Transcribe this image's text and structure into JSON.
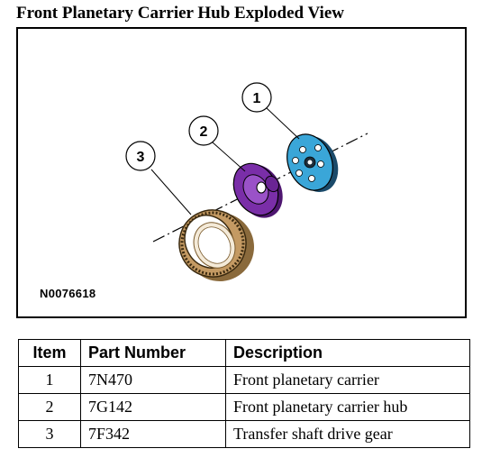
{
  "title": "Front Planetary Carrier Hub Exploded View",
  "figure": {
    "code": "N0076618",
    "callouts": [
      "1",
      "2",
      "3"
    ],
    "colors": {
      "carrier": "#3aa6d8",
      "hub": "#7a2ea8",
      "gear": "#c49a63"
    }
  },
  "table": {
    "headers": {
      "item": "Item",
      "part_number": "Part Number",
      "description": "Description"
    },
    "rows": [
      {
        "item": "1",
        "part_number": "7N470",
        "description": "Front planetary carrier"
      },
      {
        "item": "2",
        "part_number": "7G142",
        "description": "Front planetary carrier hub"
      },
      {
        "item": "3",
        "part_number": "7F342",
        "description": "Transfer shaft drive gear"
      }
    ]
  }
}
